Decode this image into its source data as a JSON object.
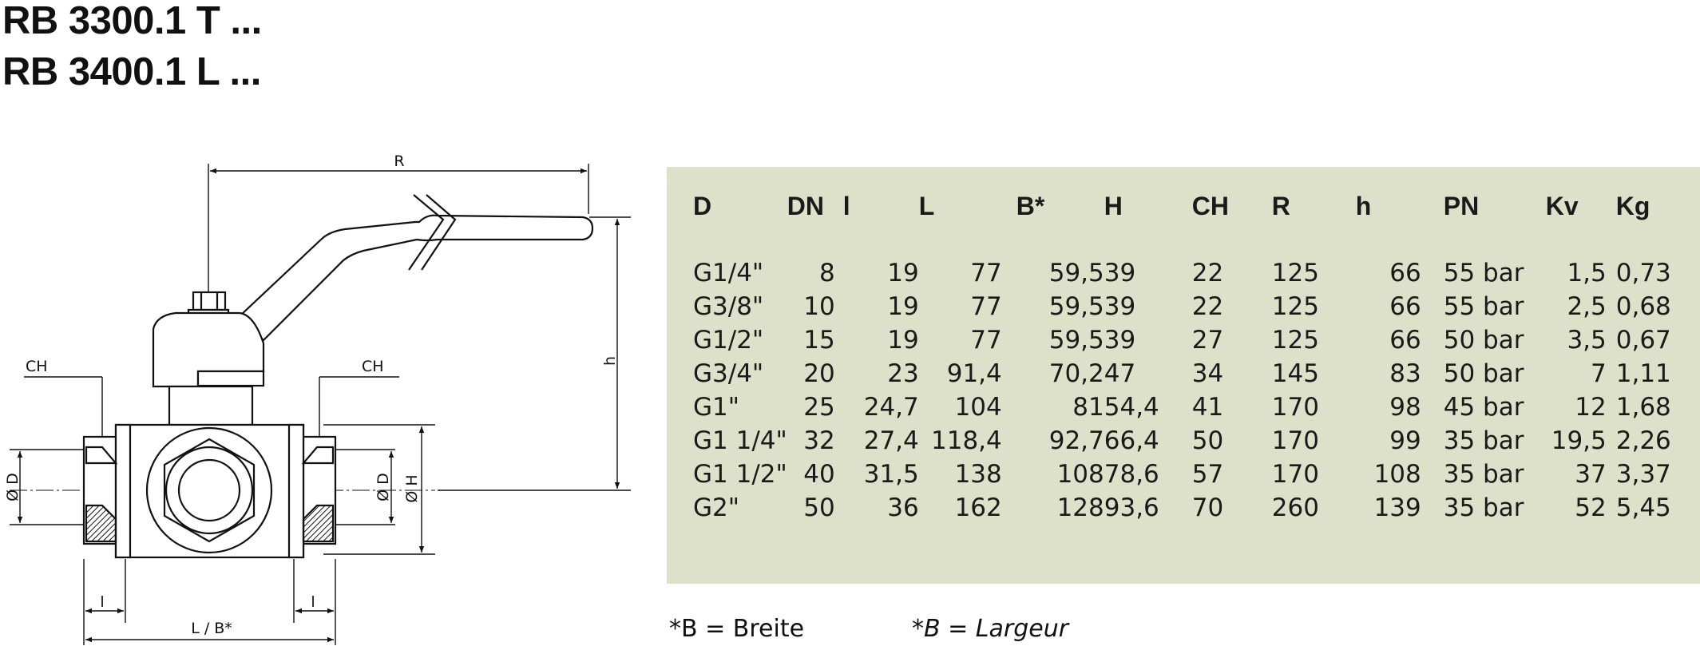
{
  "titles": [
    "RB 3300.1 T ...",
    "RB 3400.1 L ..."
  ],
  "drawing_labels": {
    "R": "R",
    "h": "h",
    "CH_left": "CH",
    "CH_right": "CH",
    "D_left": "Ø D",
    "D_right": "Ø D",
    "H": "Ø H",
    "l_left": "l",
    "l_right": "l",
    "LB": "L / B*"
  },
  "table": {
    "headers": [
      "D",
      "DN",
      "l",
      "L",
      "B*",
      "H",
      "CH",
      "R",
      "h",
      "PN",
      "Kv",
      "Kg"
    ],
    "rows": [
      [
        "G1/4\"",
        "8",
        "19",
        "77",
        "59,5",
        "39",
        "22",
        "125",
        "66",
        "55 bar",
        "1,5",
        "0,73"
      ],
      [
        "G3/8\"",
        "10",
        "19",
        "77",
        "59,5",
        "39",
        "22",
        "125",
        "66",
        "55 bar",
        "2,5",
        "0,68"
      ],
      [
        "G1/2\"",
        "15",
        "19",
        "77",
        "59,5",
        "39",
        "27",
        "125",
        "66",
        "50 bar",
        "3,5",
        "0,67"
      ],
      [
        "G3/4\"",
        "20",
        "23",
        "91,4",
        "70,2",
        "47",
        "34",
        "145",
        "83",
        "50 bar",
        "7",
        "1,11"
      ],
      [
        "G1\"",
        "25",
        "24,7",
        "104",
        "81",
        "54,4",
        "41",
        "170",
        "98",
        "45 bar",
        "12",
        "1,68"
      ],
      [
        "G1 1/4\"",
        "32",
        "27,4",
        "118,4",
        "92,7",
        "66,4",
        "50",
        "170",
        "99",
        "35 bar",
        "19,5",
        "2,26"
      ],
      [
        "G1 1/2\"",
        "40",
        "31,5",
        "138",
        "108",
        "78,6",
        "57",
        "170",
        "108",
        "35 bar",
        "37",
        "3,37"
      ],
      [
        "G2\"",
        "50",
        "36",
        "162",
        "128",
        "93,6",
        "70",
        "260",
        "139",
        "35 bar",
        "52",
        "5,45"
      ]
    ]
  },
  "notes": {
    "de": "*B = Breite",
    "fr": "*B = Largeur"
  }
}
